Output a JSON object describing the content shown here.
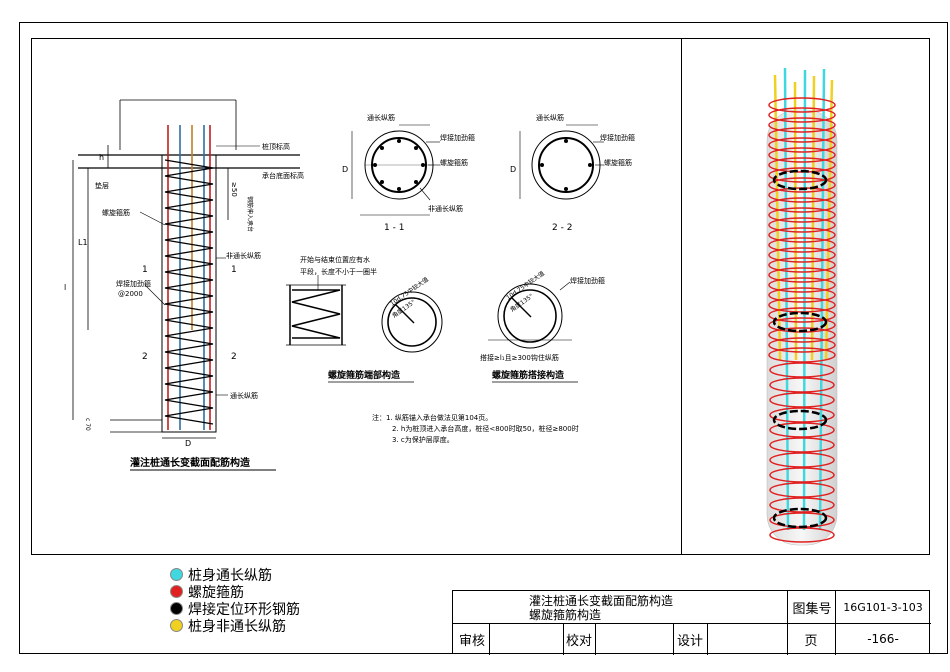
{
  "colors": {
    "cyan": "#40d8e0",
    "red": "#e02020",
    "black": "#000000",
    "yellow": "#f0d020"
  },
  "drawing": {
    "main_title": "灌注桩通长变截面配筋构造",
    "sec11_title": "1 - 1",
    "sec22_title": "2 - 2",
    "end_title": "螺旋箍筋端部构造",
    "lap_title": "螺旋箍筋搭接构造",
    "labels": {
      "top_elev": "桩顶标高",
      "cap_bottom": "承台底面标高",
      "anchor": "钢筋伸入承台",
      "mortar": "垫层",
      "spiral": "螺旋箍筋",
      "weld_ring": "焊接加劲箍",
      "weld_ring_spacing": "@2000",
      "non_full": "非通长纵筋",
      "full_length": "通长纵筋",
      "one": "1",
      "two": "2",
      "D": "D",
      "L1": "L1",
      "L": "l",
      "h": "h",
      "ge_50": "≥50",
      "c_mark": "c 70",
      "s11_full": "通长纵筋",
      "s11_weld": "焊接加劲箍",
      "s11_spiral": "螺旋箍筋",
      "s11_non": "非通长纵筋",
      "s22_full": "通长纵筋",
      "s22_weld": "焊接加劲箍",
      "s22_spiral": "螺旋箍筋",
      "end_note1": "开始与结束位置应有水",
      "end_note2": "平段，长度不小于一圈半",
      "hook1": "10d,75中较大值",
      "hook2": "角度135°",
      "lap_weld": "焊接加劲箍",
      "lap_len": "搭接≥l₁且≥300钩住纵筋"
    },
    "notes": [
      "注：1. 纵筋锚入承台做法见第104页。",
      "2. h为桩顶进入承台高度，桩径<800时取50，桩径≥800时",
      "3. c为保护层厚度。"
    ]
  },
  "legend": {
    "items": [
      {
        "label": "桩身通长纵筋",
        "color": "#40d8e0"
      },
      {
        "label": "螺旋箍筋",
        "color": "#e02020"
      },
      {
        "label": "焊接定位环形钢筋",
        "color": "#000000"
      },
      {
        "label": "桩身非通长纵筋",
        "color": "#f0d020"
      }
    ]
  },
  "title_block": {
    "title_line1": "灌注桩通长变截面配筋构造",
    "title_line2": "螺旋箍筋构造",
    "atlas_label": "图集号",
    "atlas_no": "16G101-3-103",
    "review": "审核",
    "check": "校对",
    "design": "设计",
    "page_label": "页",
    "page_no": "-166-"
  }
}
